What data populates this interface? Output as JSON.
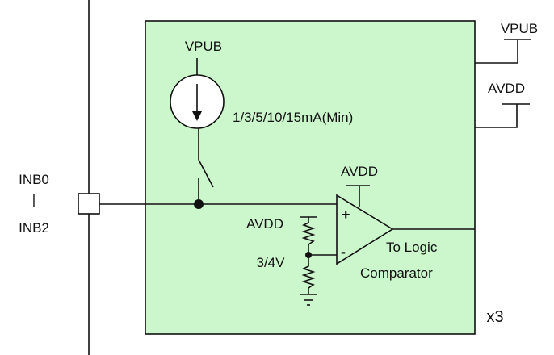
{
  "colors": {
    "block_fill": "#ccf7cc",
    "wire": "#111111"
  },
  "labels": {
    "pin_top": "INB0",
    "pin_sep": "|",
    "pin_bottom": "INB2",
    "current_source_supply": "VPUB",
    "current_values": "1/3/5/10/15mA(Min)",
    "comparator_supply": "AVDD",
    "divider_supply": "AVDD",
    "divider_ratio": "3/4V",
    "plus": "+",
    "minus": "-",
    "output_line1": "To Logic",
    "output_line2": "Comparator",
    "multiplier": "x3",
    "right_supply_1": "VPUB",
    "right_supply_2": "AVDD"
  }
}
